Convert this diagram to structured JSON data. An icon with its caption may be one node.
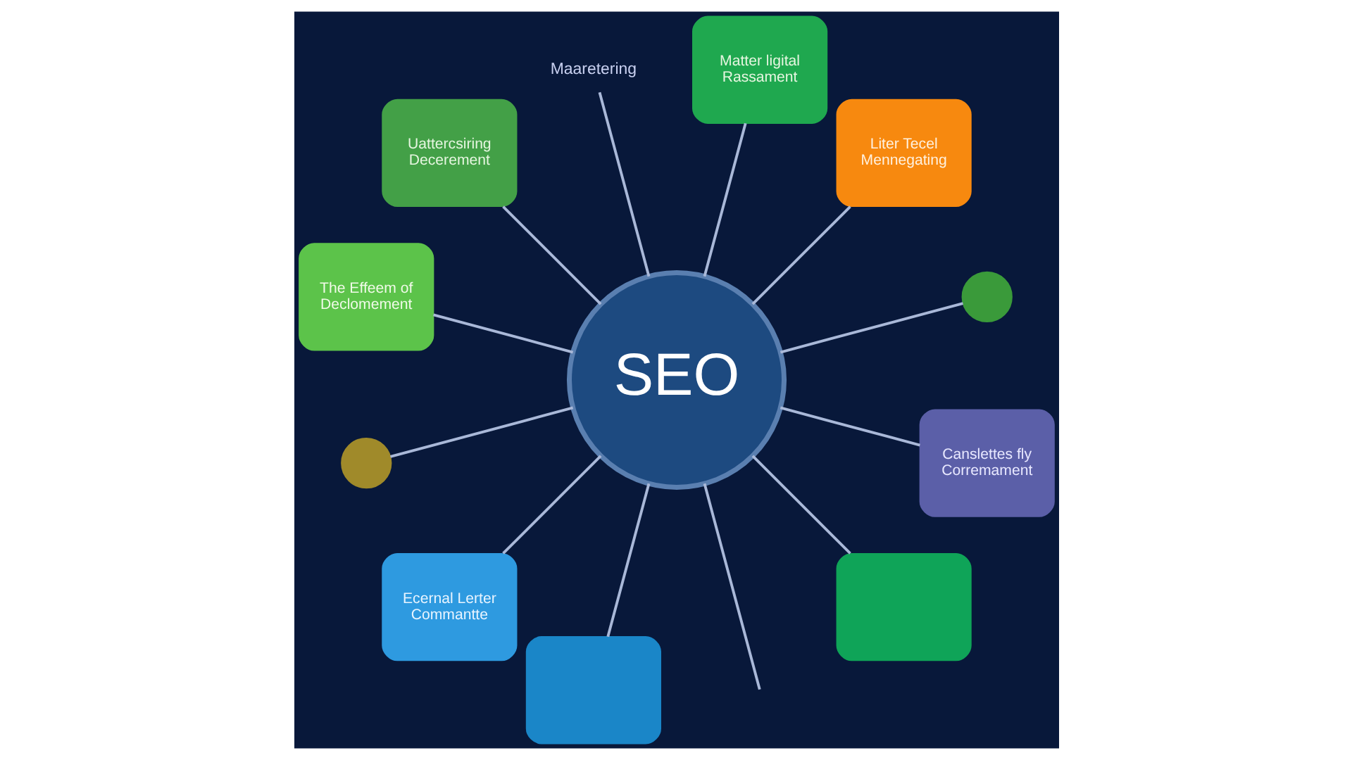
{
  "diagram": {
    "nodes": [
      {
        "text": [
          "Uattercsiring Decerement"
        ]
      },
      {
        "text": [
          "Maaretering"
        ]
      },
      {
        "text": [
          "Matter ligital Rassament"
        ]
      },
      {
        "text": [
          "The Effeem of Declomement"
        ]
      },
      {
        "text": [
          "Liter Tecel Mennegating"
        ]
      },
      {
        "text": [],
        "shape": "circle"
      },
      {
        "text": [
          "SEO"
        ]
      },
      {
        "text": [],
        "shape": "circle"
      },
      {
        "text": [
          "Ecernal Lerter Commantte"
        ]
      },
      {
        "text": [
          "Canslettes fly Corremament"
        ]
      },
      {
        "text": [],
        "shape": "box"
      },
      {
        "text": [],
        "shape": "box"
      }
    ],
    "edges": [
      {
        "from": 6,
        "to": 0,
        "arrow": "none"
      },
      {
        "from": 6,
        "to": 1,
        "arrow": "none"
      },
      {
        "from": 6,
        "to": 2,
        "arrow": "none"
      },
      {
        "from": 6,
        "to": 3,
        "arrow": "none"
      },
      {
        "from": 6,
        "to": 4,
        "arrow": "none"
      },
      {
        "from": 6,
        "to": 5,
        "arrow": "none"
      },
      {
        "from": 6,
        "to": 7,
        "arrow": "none"
      },
      {
        "from": 6,
        "to": 8,
        "arrow": "none"
      },
      {
        "from": 6,
        "to": 9,
        "arrow": "none"
      },
      {
        "from": 6,
        "to": 10,
        "arrow": "none"
      },
      {
        "from": 6,
        "to": 11,
        "arrow": "none"
      },
      {
        "from": 6,
        "to": null,
        "arrow": "none"
      }
    ]
  }
}
